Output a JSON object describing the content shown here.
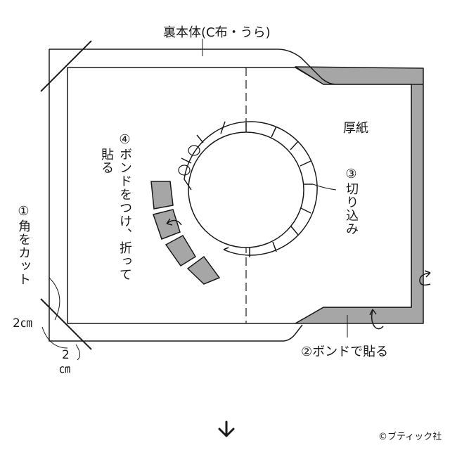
{
  "labels": {
    "back_body": "裏本体(C布・うら)",
    "cardboard": "厚紙",
    "step1": "①角をカット",
    "step2": "②ボンドで貼る",
    "step3": "③切り込み",
    "step4_col1": "④ボンドをつけ、折って",
    "step4_col2": "貼る",
    "dim_side": "2㎝",
    "dim_bottom_num": "2",
    "dim_bottom_unit": "㎝",
    "copyright": "©ブティック社"
  },
  "icons": {
    "next_step": "down-arrow-icon",
    "fold_left": "curved-arrow-icon",
    "fold_right": "curved-arrow-icon",
    "fold_bottom": "curved-arrow-icon",
    "fold_tab": "curved-arrow-icon"
  },
  "colors": {
    "line": "#1a1a1a",
    "gray_fold": "#a6a6a6",
    "background": "#ffffff"
  }
}
